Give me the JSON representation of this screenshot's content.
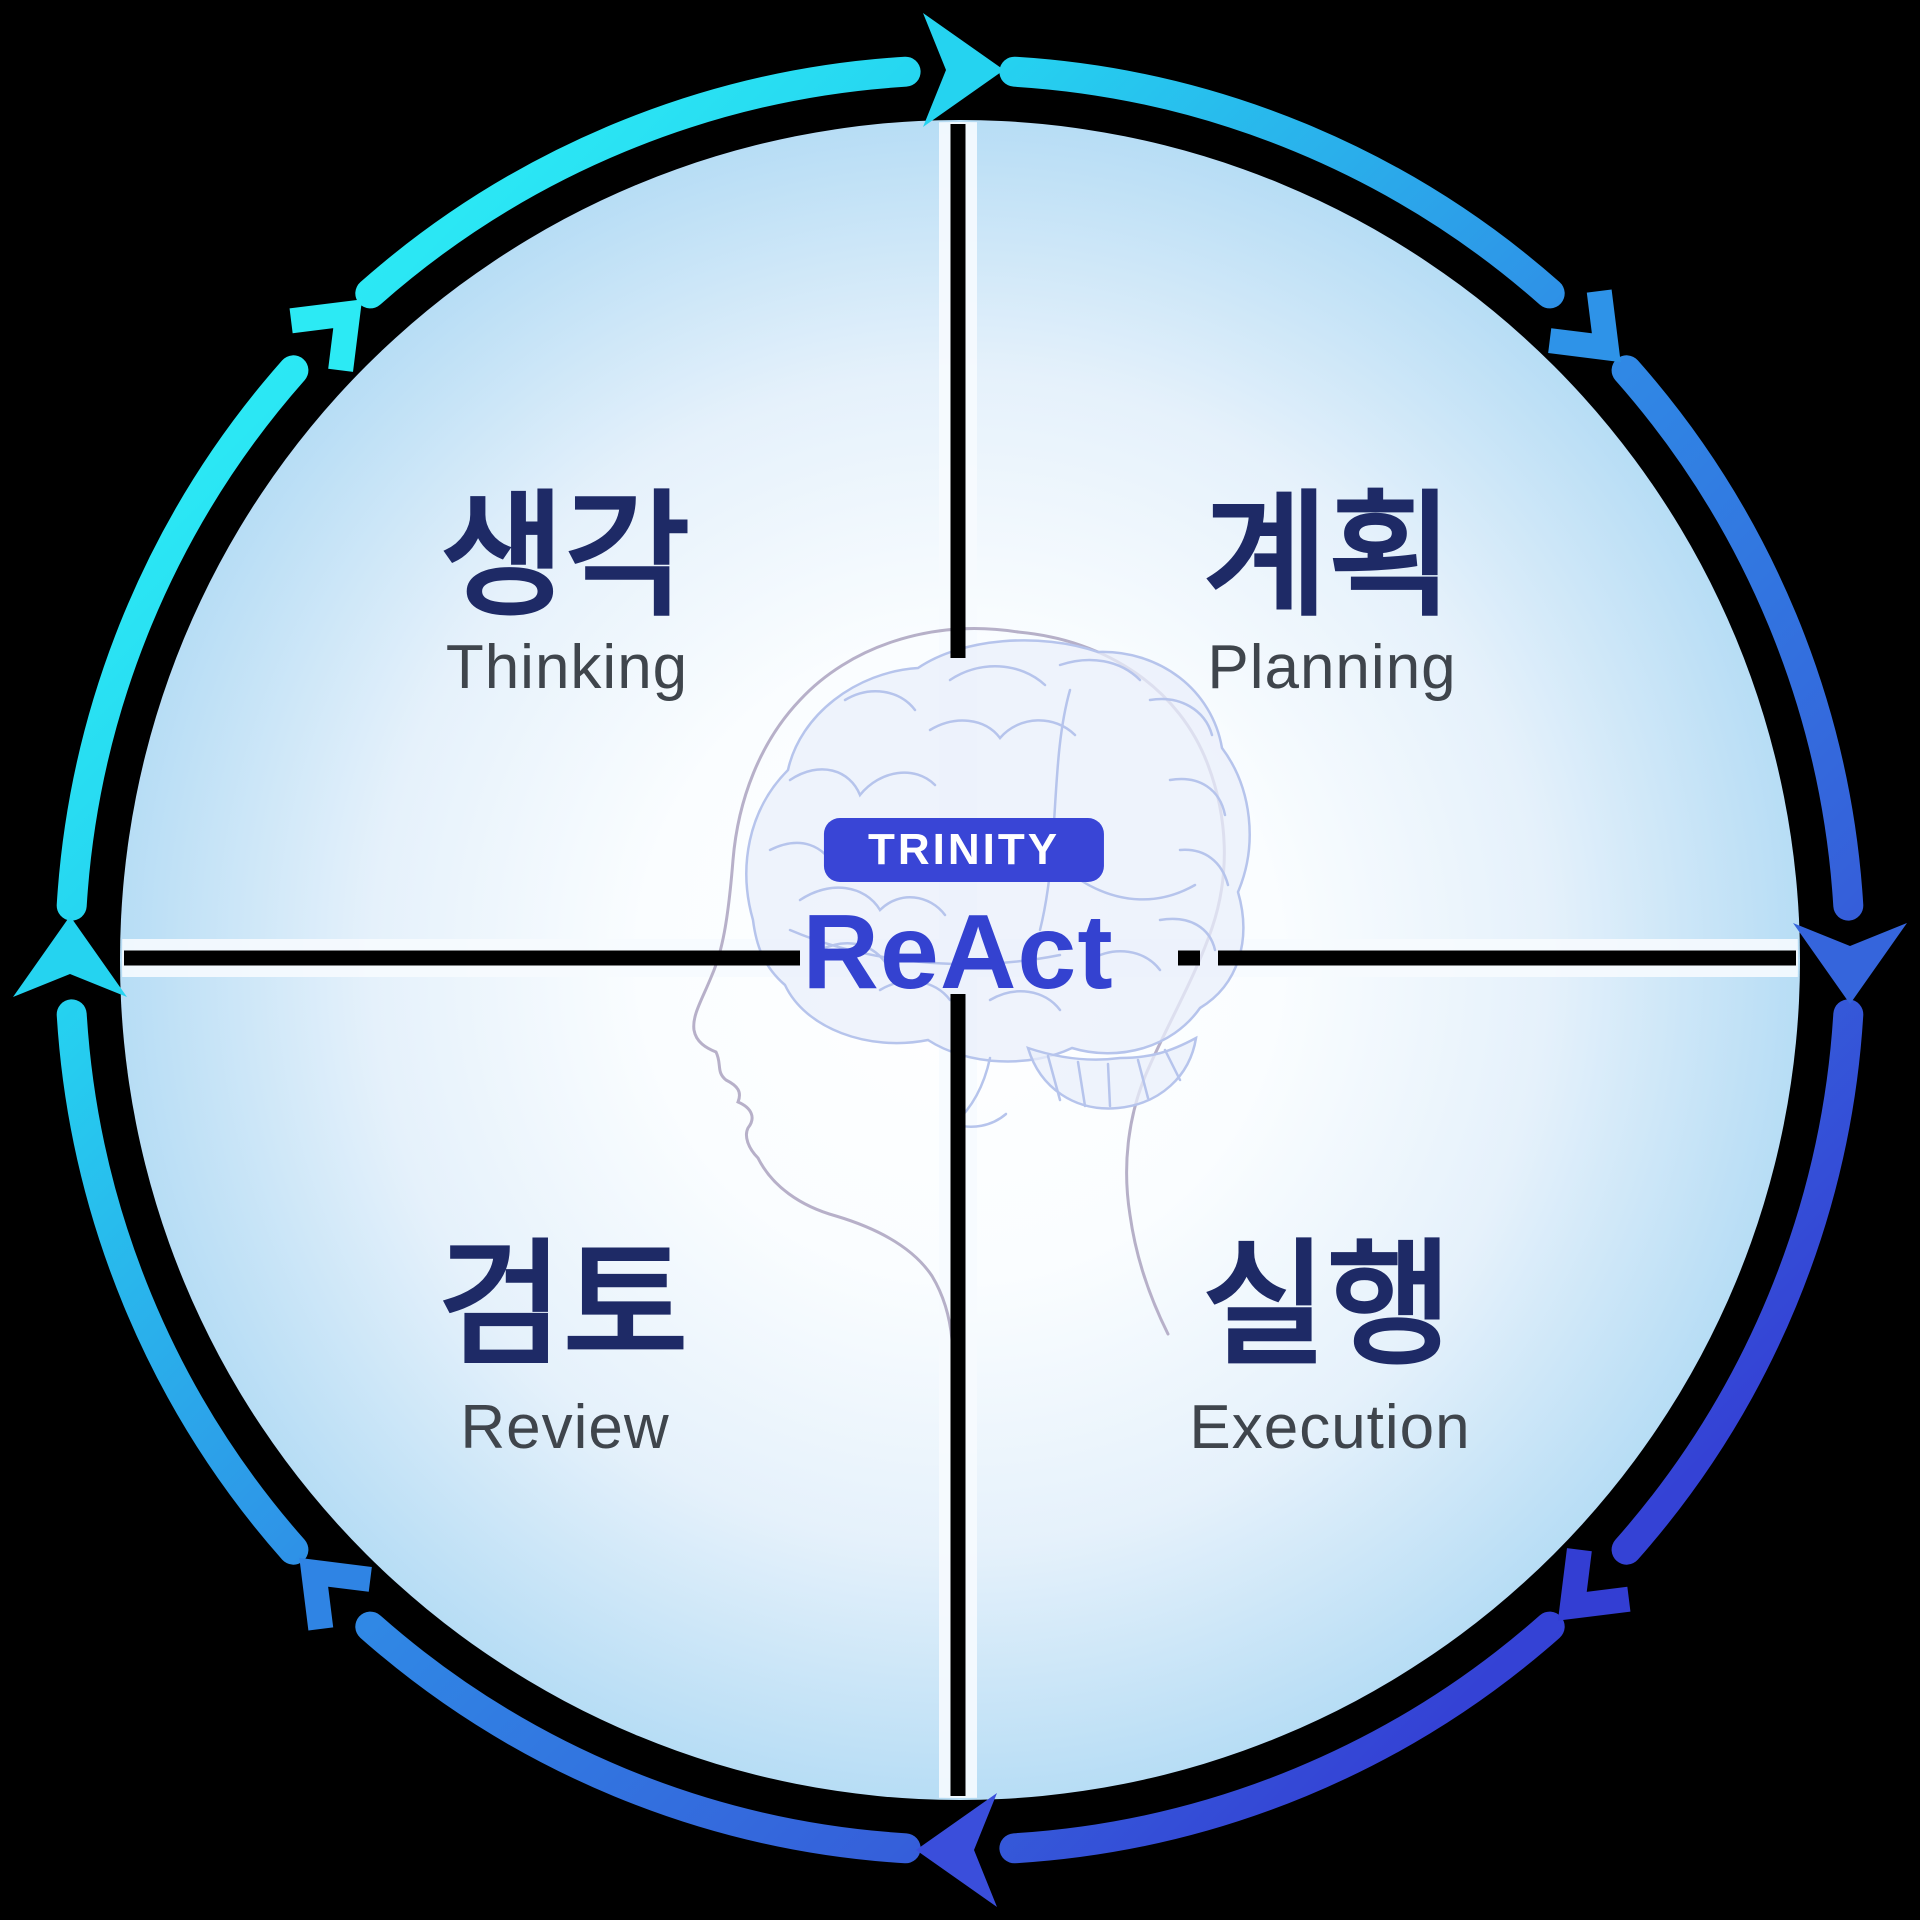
{
  "diagram": {
    "type": "cycle-diagram",
    "background_color": "#000000",
    "center": {
      "badge_label": "TRINITY",
      "title": "ReAct",
      "badge_color": "#3945D6",
      "title_color": "#3442D0",
      "illustration": "human-head-profile-with-brain"
    },
    "quadrants": [
      {
        "position": "top-left",
        "ko": "생각",
        "en": "Thinking"
      },
      {
        "position": "top-right",
        "ko": "계획",
        "en": "Planning"
      },
      {
        "position": "bottom-left",
        "ko": "검토",
        "en": "Review"
      },
      {
        "position": "bottom-right",
        "ko": "실행",
        "en": "Execution"
      }
    ],
    "cycle_ring": {
      "direction": "clockwise",
      "arrowheads": 8,
      "gradient": [
        "#31F2F7",
        "#25D2F0",
        "#2F8CE6",
        "#3560DA",
        "#3136CE"
      ]
    },
    "colors": {
      "korean_label": "#1E2A66",
      "english_label": "#3F454C",
      "divider_line": "#000000",
      "disc_edge": "#B7DDF5",
      "disc_center": "#FFFFFF",
      "brain_line": "#B6C4EC",
      "head_outline": "#B3ACC6"
    }
  }
}
